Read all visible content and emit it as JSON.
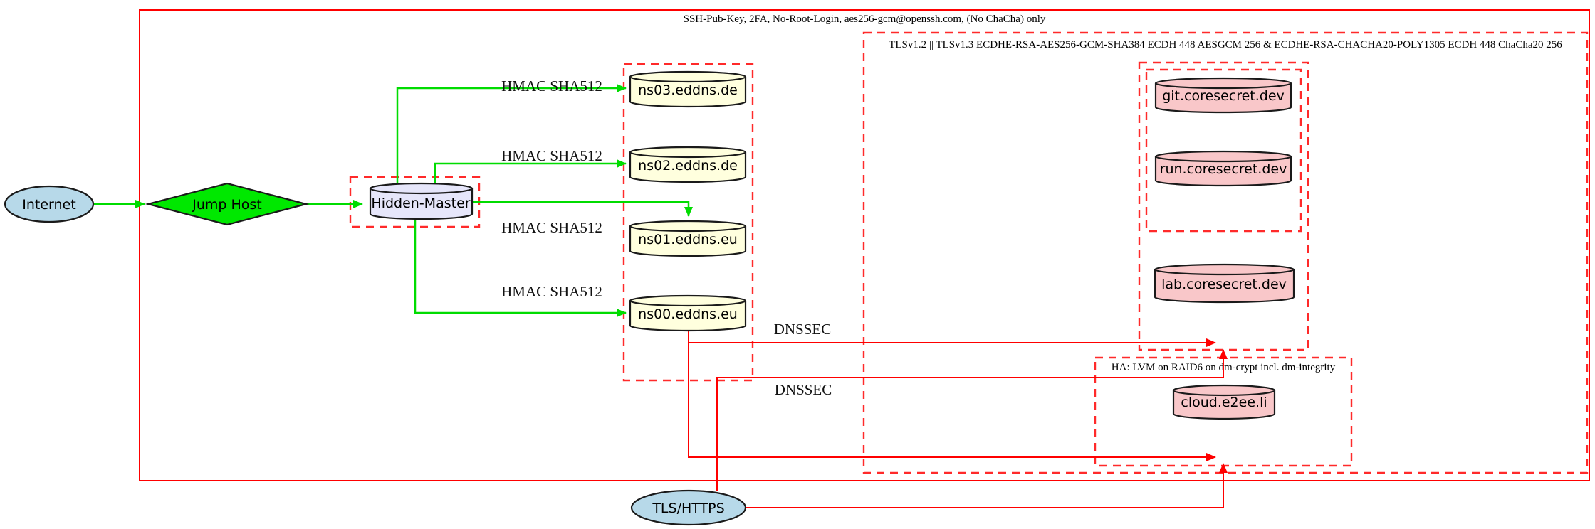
{
  "clusters": {
    "ssh": {
      "label": "SSH-Pub-Key, 2FA, No-Root-Login, aes256-gcm@openssh.com, (No ChaCha) only"
    },
    "tls": {
      "label": "TLSv1.2 || TLSv1.3 ECDHE-RSA-AES256-GCM-SHA384 ECDH 448 AESGCM 256 & ECDHE-RSA-CHACHA20-POLY1305 ECDH 448 ChaCha20 256"
    },
    "ha": {
      "label": "HA: LVM on RAID6 on dm-crypt incl. dm-integrity"
    }
  },
  "nodes": {
    "internet": {
      "label": "Internet"
    },
    "jump_host": {
      "label": "Jump Host"
    },
    "hidden_master": {
      "label": "Hidden-Master"
    },
    "ns03": {
      "label": "ns03.eddns.de"
    },
    "ns02": {
      "label": "ns02.eddns.de"
    },
    "ns01": {
      "label": "ns01.eddns.eu"
    },
    "ns00": {
      "label": "ns00.eddns.eu"
    },
    "git": {
      "label": "git.coresecret.dev"
    },
    "run": {
      "label": "run.coresecret.dev"
    },
    "lab": {
      "label": "lab.coresecret.dev"
    },
    "cloud": {
      "label": "cloud.e2ee.li"
    },
    "tls_https": {
      "label": "TLS/HTTPS"
    }
  },
  "edge_labels": {
    "hmac_ns03": "HMAC SHA512",
    "hmac_ns02": "HMAC SHA512",
    "hmac_ns01": "HMAC SHA512",
    "hmac_ns00": "HMAC SHA512",
    "dnssec_1": "DNSSEC",
    "dnssec_2": "DNSSEC"
  },
  "colors": {
    "secure_edge_green": "#00DC00",
    "security_red": "#FF0000",
    "dashed_boundary_red": "#FF2A2A",
    "internet_fill": "#B7D9E9",
    "jump_host_fill": "#00E800",
    "hidden_master_fill": "#E6E6FA",
    "nameserver_fill": "#FFFFDE",
    "service_fill": "#F9C7C9"
  }
}
